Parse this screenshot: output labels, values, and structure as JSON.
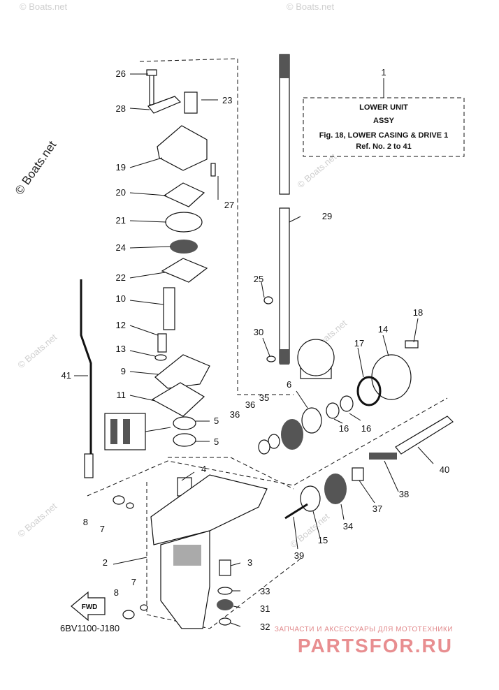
{
  "watermark": {
    "main": "© Boats.net",
    "repeat": "© Boats.net"
  },
  "box": {
    "line1": "LOWER UNIT",
    "line2": "ASSY",
    "line3": "Fig. 18, LOWER CASING & DRIVE 1",
    "line4": "Ref. No. 2 to 41"
  },
  "diagram_code": "6BV1100-J180",
  "fwd_label": "FWD",
  "footer": {
    "tagline": "ЗАПЧАСТИ И АКСЕССУАРЫ ДЛЯ МОТОТЕХНИКИ",
    "logo": "PARTSFOR.RU"
  },
  "callouts": [
    "1",
    "2",
    "3",
    "4",
    "5",
    "5",
    "6",
    "7",
    "7",
    "8",
    "8",
    "9",
    "10",
    "11",
    "12",
    "13",
    "14",
    "15",
    "16",
    "16",
    "17",
    "18",
    "19",
    "20",
    "21",
    "22",
    "23",
    "24",
    "25",
    "26",
    "27",
    "28",
    "29",
    "30",
    "31",
    "32",
    "33",
    "34",
    "35",
    "36",
    "36",
    "37",
    "38",
    "39",
    "40",
    "41"
  ]
}
